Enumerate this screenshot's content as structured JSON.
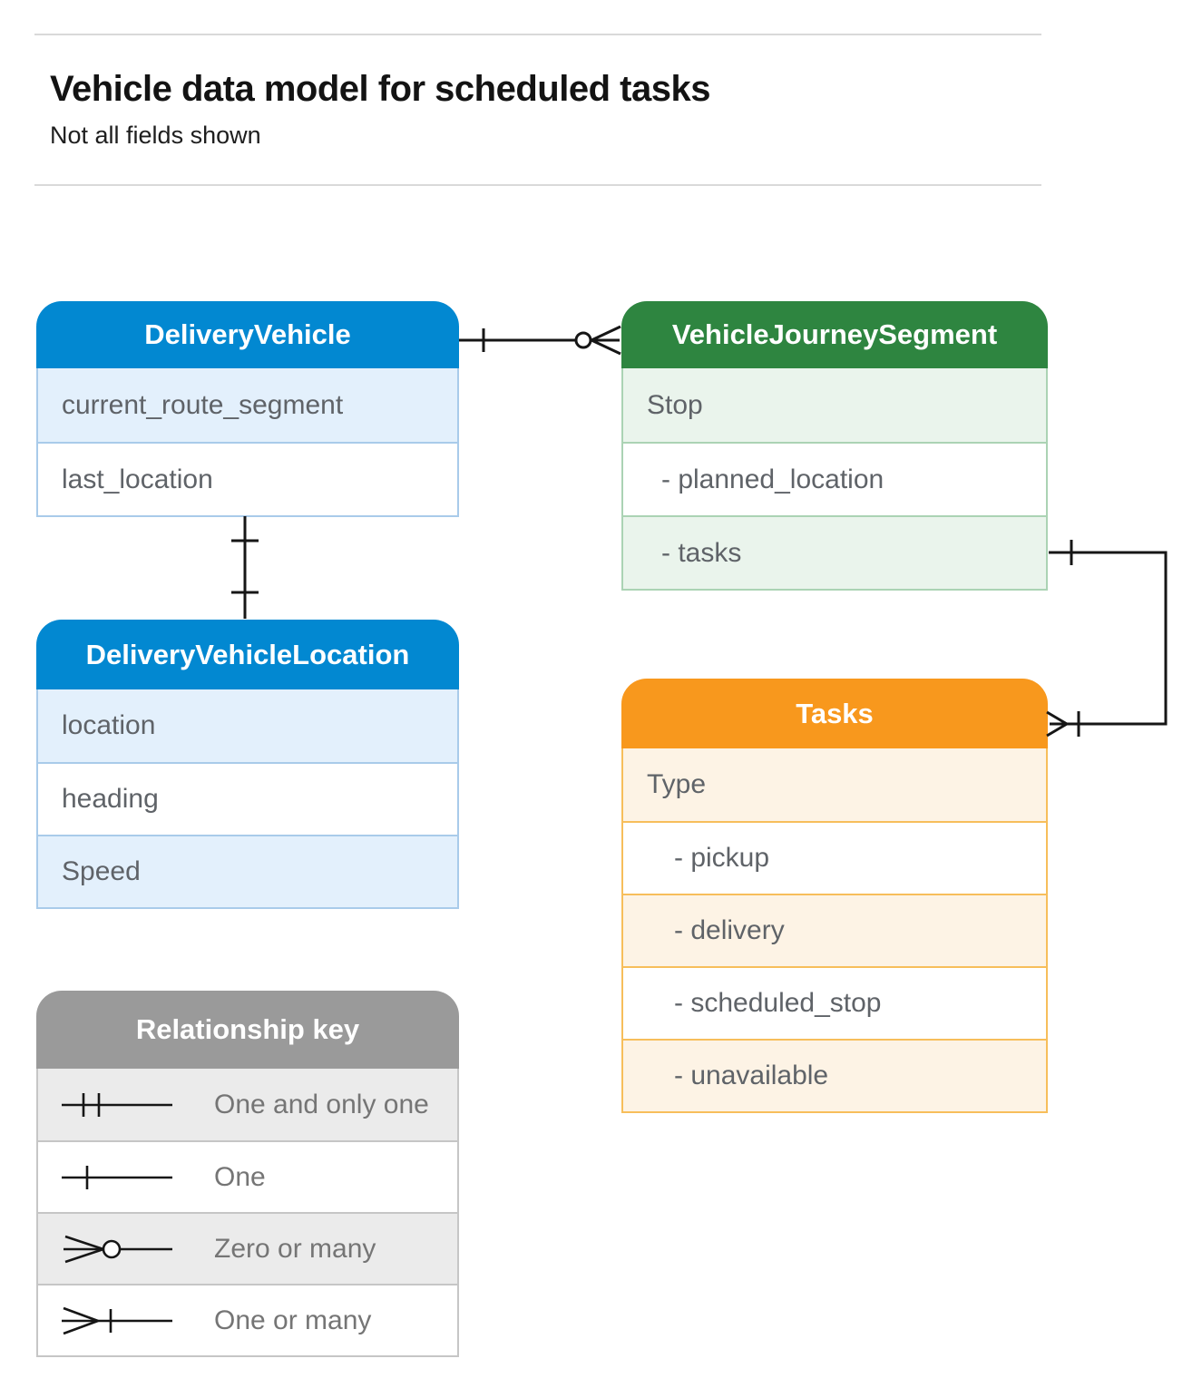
{
  "page": {
    "title": "Vehicle data model for scheduled tasks",
    "subtitle": "Not all fields shown"
  },
  "entities": [
    {
      "title": "DeliveryVehicle",
      "theme": "blue",
      "rows": [
        {
          "label": "current_route_segment"
        },
        {
          "label": "last_location"
        }
      ]
    },
    {
      "title": "VehicleJourneySegment",
      "theme": "green",
      "rows": [
        {
          "label": "Stop"
        },
        {
          "label": "- planned_location"
        },
        {
          "label": "- tasks"
        }
      ]
    },
    {
      "title": "DeliveryVehicleLocation",
      "theme": "blue",
      "rows": [
        {
          "label": "location"
        },
        {
          "label": "heading"
        },
        {
          "label": "Speed"
        }
      ]
    },
    {
      "title": "Tasks",
      "theme": "orange",
      "rows": [
        {
          "label": "Type"
        },
        {
          "label": "- pickup"
        },
        {
          "label": "- delivery"
        },
        {
          "label": "- scheduled_stop"
        },
        {
          "label": "- unavailable"
        }
      ]
    }
  ],
  "legend": {
    "title": "Relationship key",
    "items": [
      {
        "symbol": "one-and-only-one",
        "label": "One and only one"
      },
      {
        "symbol": "one",
        "label": "One"
      },
      {
        "symbol": "zero-or-many",
        "label": "Zero or many"
      },
      {
        "symbol": "one-or-many",
        "label": "One or many"
      }
    ]
  },
  "relationships": [
    {
      "from": "DeliveryVehicle",
      "to": "VehicleJourneySegment",
      "from_end": "one",
      "to_end": "zero or many"
    },
    {
      "from": "DeliveryVehicle",
      "to": "DeliveryVehicleLocation",
      "from_end": "one",
      "to_end": "one"
    },
    {
      "from": "VehicleJourneySegment.tasks",
      "to": "Tasks",
      "from_end": "one",
      "to_end": "one or many"
    }
  ],
  "colors": {
    "blue_header": "#0288D1",
    "blue_row": "#E3F0FC",
    "blue_border": "#A9CBEA",
    "green_header": "#2E8540",
    "green_row": "#EAF4EC",
    "green_border": "#ABD3B4",
    "orange_header": "#F8981D",
    "orange_row": "#FDF3E5",
    "orange_border": "#F7BE5B",
    "gray_header": "#9A9A9A",
    "gray_row": "#EBEBEB",
    "gray_border": "#C6C6C6",
    "connector": "#161616",
    "row_text": "#5F6368",
    "legend_text": "#757575"
  }
}
